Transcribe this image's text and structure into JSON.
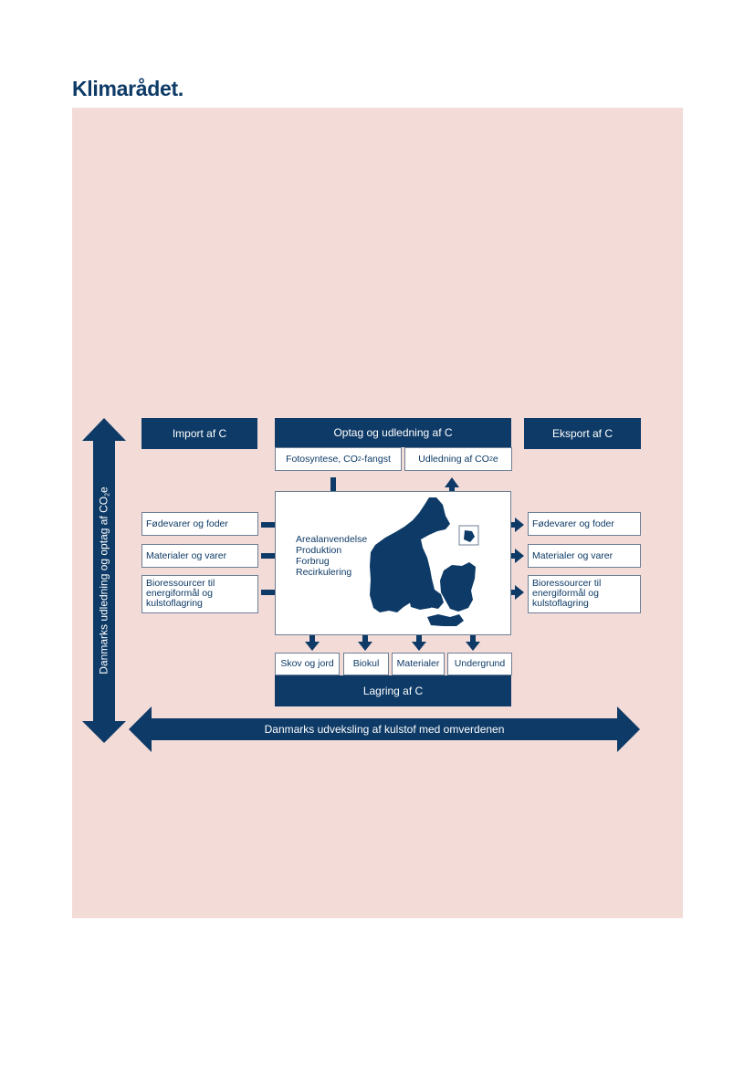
{
  "header": {
    "logo": "Klimarådet",
    "logo_dot": "."
  },
  "diagram": {
    "import_title": "Import af C",
    "flux_title": "Optag og udledning af C",
    "export_title": "Eksport af C",
    "storage_title": "Lagring af C",
    "vertical_axis_prefix": "Danmarks udledning og optag af CO",
    "vertical_axis_sub": "2",
    "vertical_axis_suffix": "e",
    "horizontal_axis": "Danmarks udveksling af kulstof med omverdenen",
    "uptake_prefix": "Fotosyntese, CO",
    "uptake_sub": "2",
    "uptake_suffix": "-fangst",
    "emission_prefix": "Udledning af CO",
    "emission_sub": "2",
    "emission_suffix": "e",
    "import_items": [
      "Fødevarer og foder",
      "Materialer og varer",
      "Bioressourcer til energiformål og kulstoflagring"
    ],
    "export_items": [
      "Fødevarer og foder",
      "Materialer og varer",
      "Bioressourcer til energiformål og kulstoflagring"
    ],
    "center_items": [
      "Arealanvendelse",
      "Produktion",
      "Forbrug",
      "Recirkulering"
    ],
    "storage_items": [
      "Skov og jord",
      "Biokul",
      "Materialer",
      "Undergrund"
    ]
  },
  "colors": {
    "navy": "#0d3a66",
    "panel": "#f3dbd8"
  }
}
